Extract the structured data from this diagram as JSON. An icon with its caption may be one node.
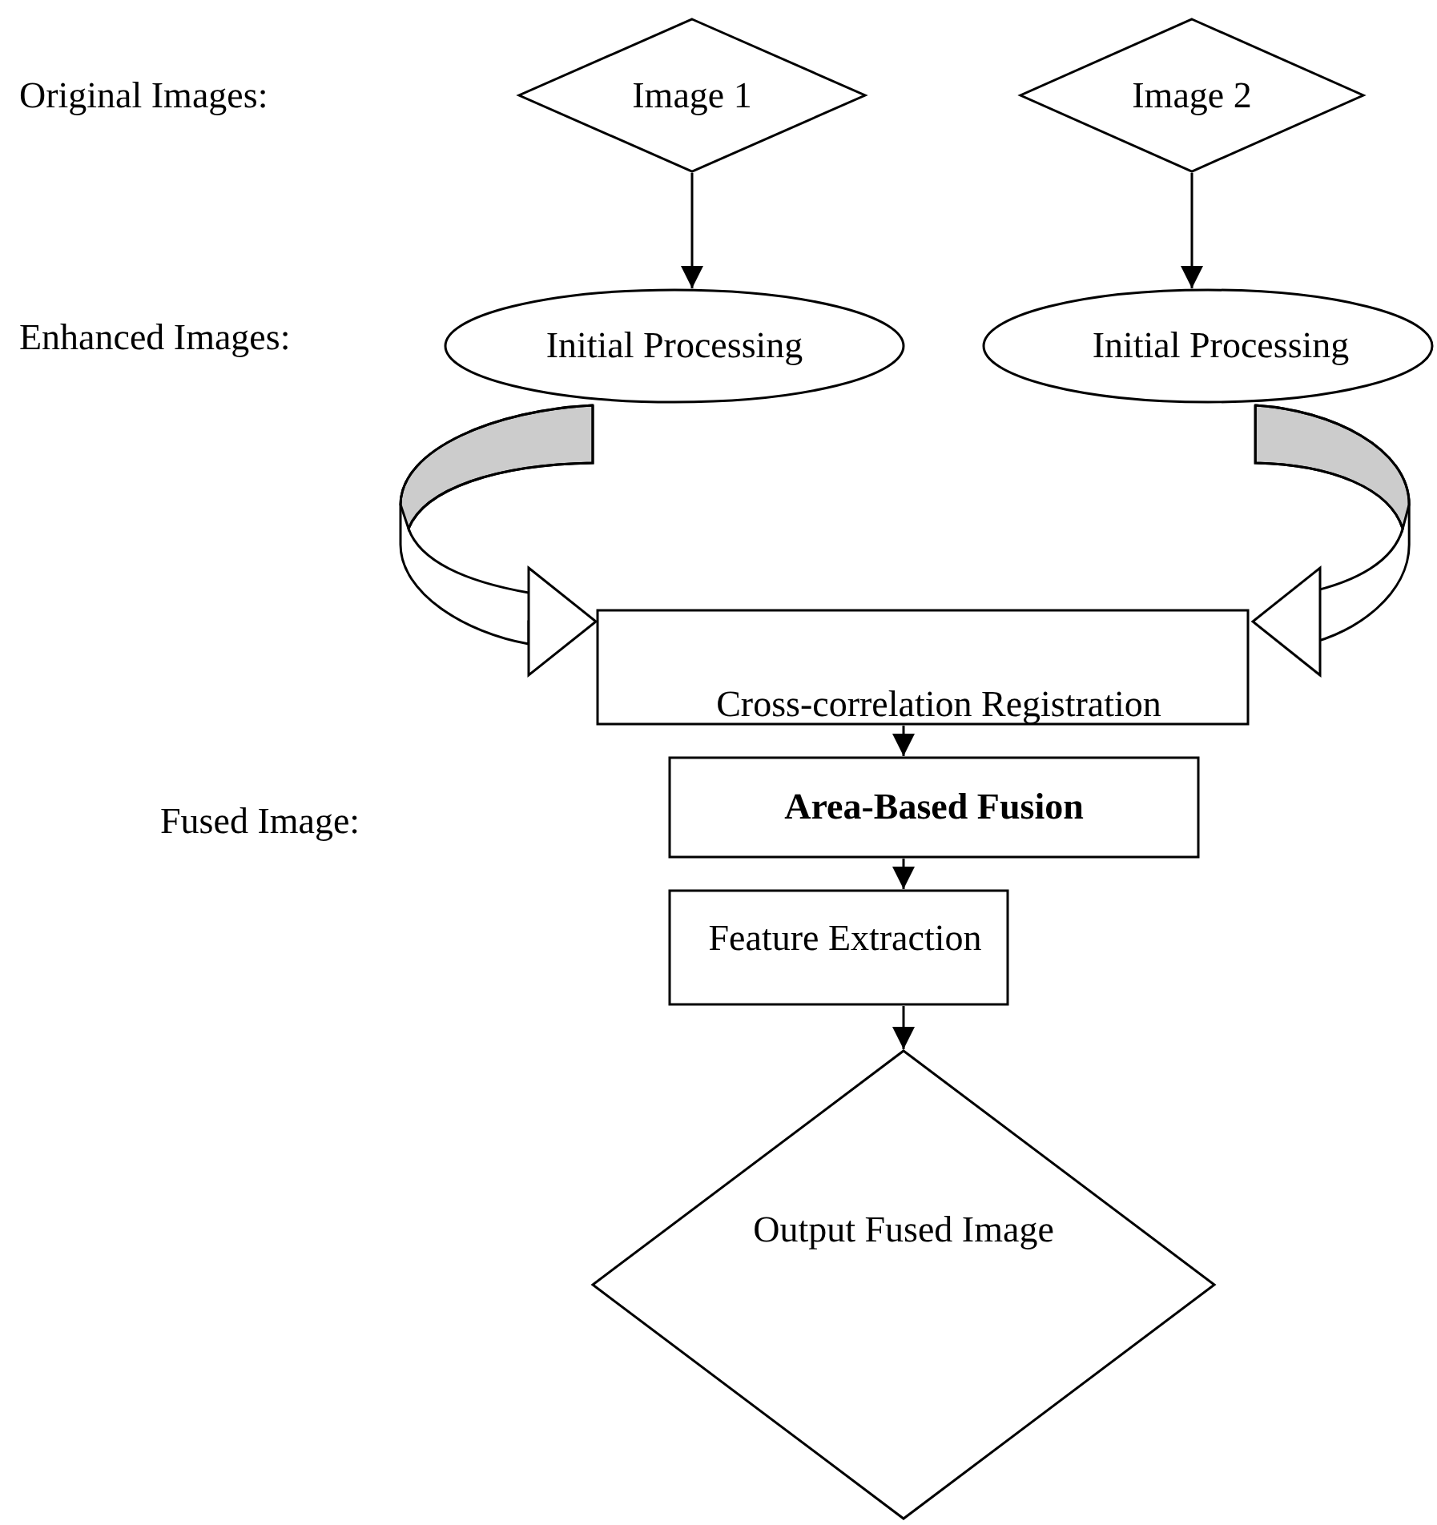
{
  "diagram": {
    "nodes": [
      {
        "text": [
          "Image 1"
        ]
      },
      {
        "text": [
          "Image 2"
        ]
      },
      {
        "text": [
          "Initial Processing"
        ]
      },
      {
        "text": [
          "Initial Processing"
        ]
      },
      {
        "text": [
          "Cross-correlation Registration"
        ]
      },
      {
        "text": [
          "Area-Based Fusion"
        ]
      },
      {
        "text": [
          "Feature Extraction"
        ]
      },
      {
        "text": [
          "Output Fused Image"
        ]
      }
    ],
    "edges": [
      {
        "from": 0,
        "to": 2,
        "arrow": "to"
      },
      {
        "from": 1,
        "to": 3,
        "arrow": "to"
      },
      {
        "from": 2,
        "to": 4,
        "arrow": "to"
      },
      {
        "from": 3,
        "to": 4,
        "arrow": "to"
      },
      {
        "from": 4,
        "to": 5,
        "arrow": "to"
      },
      {
        "from": 5,
        "to": 6,
        "arrow": "to"
      },
      {
        "from": 6,
        "to": 7,
        "arrow": "to"
      }
    ],
    "labels": [
      "Original Images:",
      "Enhanced Images:",
      "Fused Image:"
    ]
  }
}
